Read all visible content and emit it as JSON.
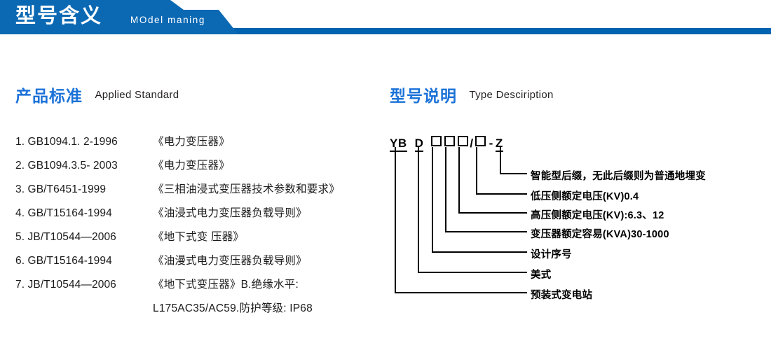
{
  "header": {
    "title_cn": "型号含义",
    "title_en": "MOdel maning",
    "banner_color": "#0b69b4",
    "rule_color": "#0063b0"
  },
  "sections": {
    "standard": {
      "title_cn": "产品标准",
      "title_en": "Applied Standard",
      "accent": "#1b72d8"
    },
    "type": {
      "title_cn": "型号说明",
      "title_en": "Type Desciription",
      "accent": "#1b72d8"
    }
  },
  "standards": [
    {
      "code": "1. GB1094.1. 2-1996",
      "name": "《电力变压器》"
    },
    {
      "code": "2. GB1094.3.5- 2003",
      "name": "《电力变压器》"
    },
    {
      "code": "3. GB/T6451-1999",
      "name": "《三相油浸式变压器技术参数和要求》"
    },
    {
      "code": "4. GB/T15164-1994",
      "name": "《油浸式电力变压器负载导则》"
    },
    {
      "code": "5. JB/T10544—2006",
      "name": "《地下式变 压器》"
    },
    {
      "code": "6. GB/T15164-1994",
      "name": "《油漫式电力变压器负载导则》"
    },
    {
      "code": "7. JB/T10544—2006",
      "name": "《地下式变压器》B.绝缘水平:"
    }
  ],
  "standard_continuation": "L175AC35/AC59.防护等级: IP68",
  "model_code": {
    "segments": [
      "YB",
      "D",
      "box",
      "box",
      "box",
      "slash",
      "box",
      "dash",
      "Z"
    ],
    "display": "YB D □□□/□ - Z"
  },
  "type_labels": [
    "智能型后缀，无此后缀则为普通地埋变",
    "低压侧额定电压(KV)0.4",
    "高压侧额定电压(KV):6.3、12",
    "变压器额定容易(KVA)30-1000",
    "设计序号",
    "美式",
    "预装式变电站"
  ]
}
